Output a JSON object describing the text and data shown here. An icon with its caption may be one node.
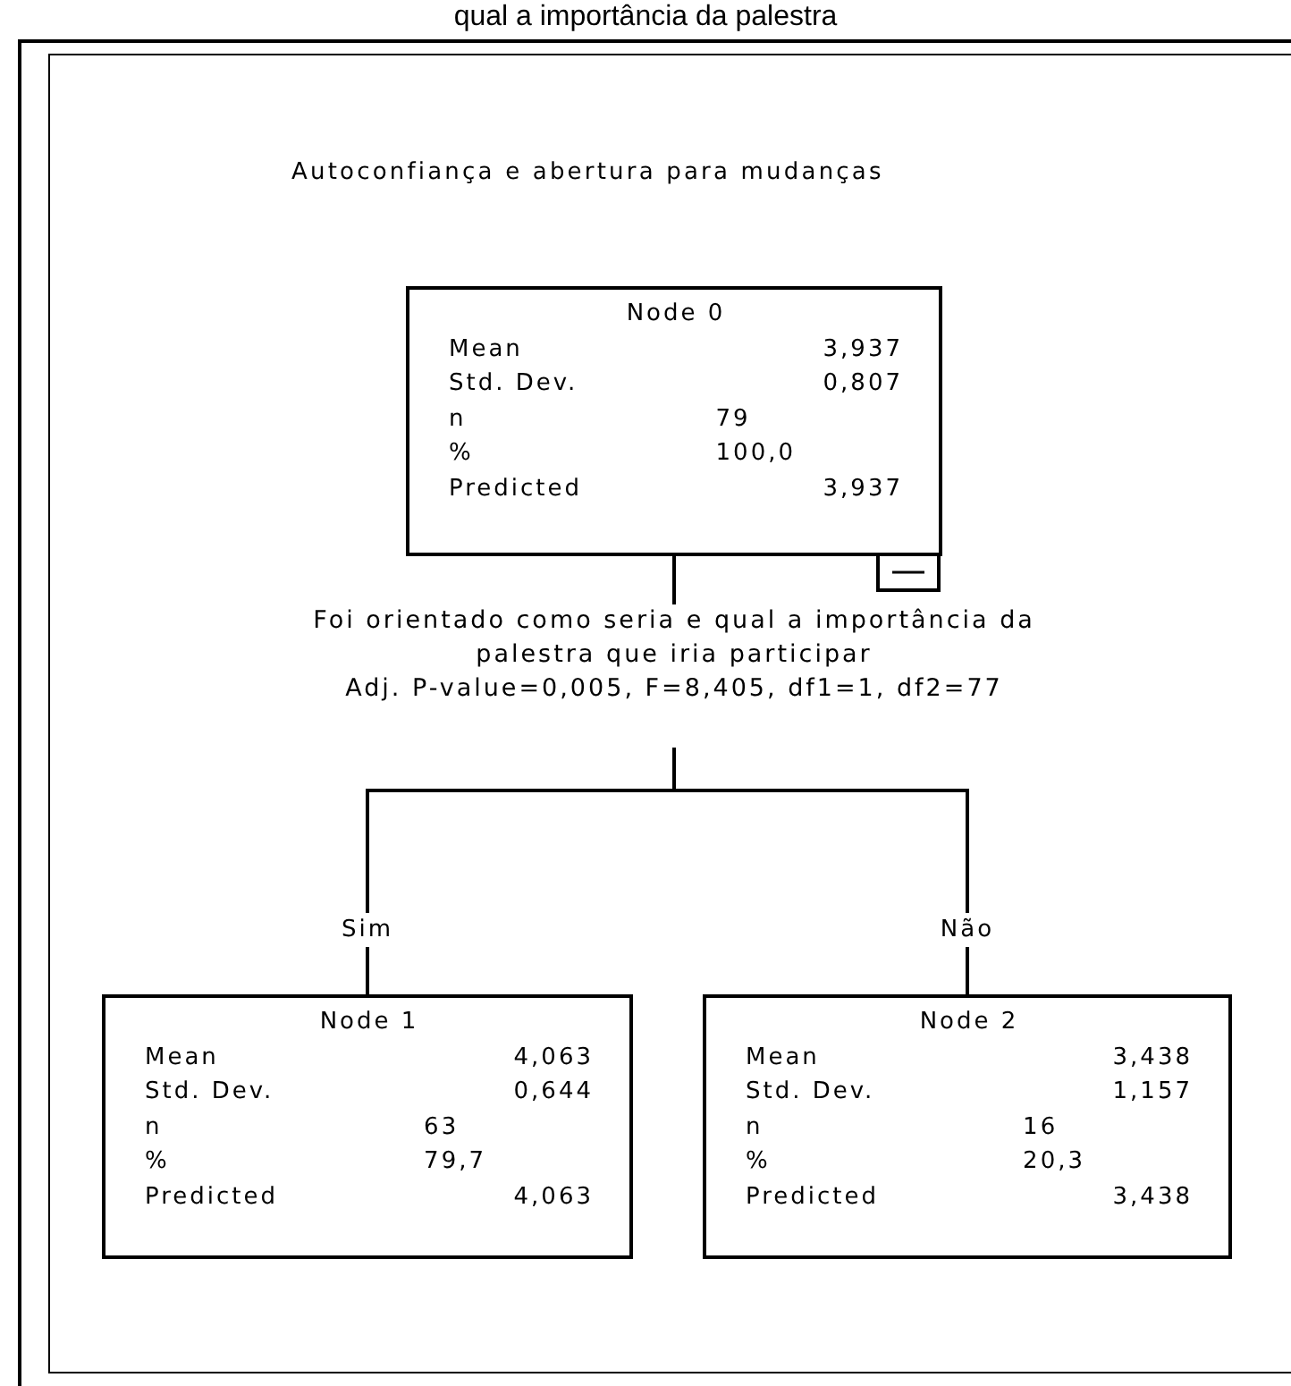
{
  "diagram": {
    "title": "Autoconfiança e abertura para mudanças",
    "nodes": [
      {
        "text": [
          "Node 0",
          "Mean",
          "3,937",
          "Std. Dev.",
          "0,807",
          "n",
          "79",
          "%",
          "100,0",
          "Predicted",
          "3,937"
        ]
      },
      {
        "text": [
          "Foi orientado como seria e qual a importância da palestra que iria participar",
          "Adj. P-value=0,005, F=8,405, df1=1, df2=77"
        ]
      },
      {
        "text": [
          "Node 1",
          "Mean",
          "4,063",
          "Std. Dev.",
          "0,644",
          "n",
          "63",
          "%",
          "79,7",
          "Predicted",
          "4,063"
        ]
      },
      {
        "text": [
          "Node 2",
          "Mean",
          "3,438",
          "Std. Dev.",
          "1,157",
          "n",
          "16",
          "%",
          "20,3",
          "Predicted",
          "3,438"
        ]
      }
    ],
    "edges": [
      {
        "from": 0,
        "to": 1,
        "arrow": "none"
      },
      {
        "from": 1,
        "to": 2,
        "arrow": "none",
        "label": "Sim"
      },
      {
        "from": 1,
        "to": 3,
        "arrow": "none",
        "label": "Não"
      }
    ],
    "labels": [
      "qual a importância da palestra"
    ]
  }
}
